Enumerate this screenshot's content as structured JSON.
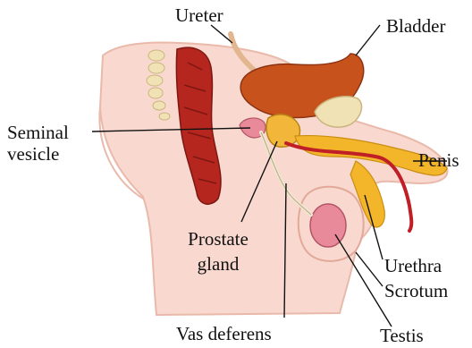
{
  "labels": {
    "ureter": "Ureter",
    "bladder": "Bladder",
    "seminal_vesicle_line1": "Seminal",
    "seminal_vesicle_line2": "vesicle",
    "penis": "Penis",
    "prostate_gland_line1": "Prostate",
    "prostate_gland_line2": "gland",
    "urethra": "Urethra",
    "scrotum": "Scrotum",
    "vas_deferens": "Vas deferens",
    "testis": "Testis"
  },
  "colors": {
    "skin": "#f8d8cf",
    "skin_outline": "#e9b9aa",
    "bladder": "#c8521c",
    "rectum": "#b5261e",
    "bone": "#f1e2b6",
    "erectile_tissue": "#f3b62b",
    "testis": "#e98a9a",
    "leader_line": "#111111"
  }
}
